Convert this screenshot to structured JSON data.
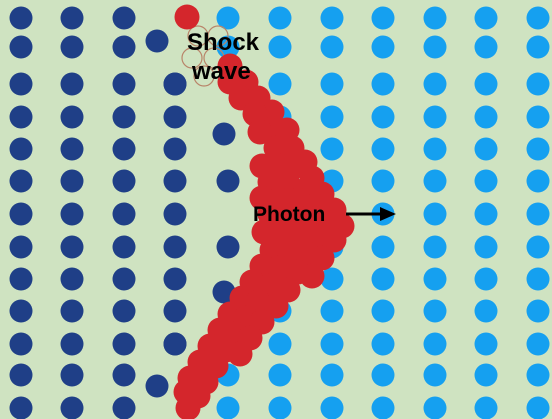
{
  "colors": {
    "background": "#cfe3c1",
    "dark_particle": "#1f3f87",
    "light_particle": "#15a0f0",
    "shock_particle": "#d4262c",
    "ghost_outline": "#b9856a",
    "arrow": "#000000"
  },
  "labels": {
    "shock_wave_line1": "Shock",
    "shock_wave_line2": "wave",
    "photon": "Photon"
  }
}
